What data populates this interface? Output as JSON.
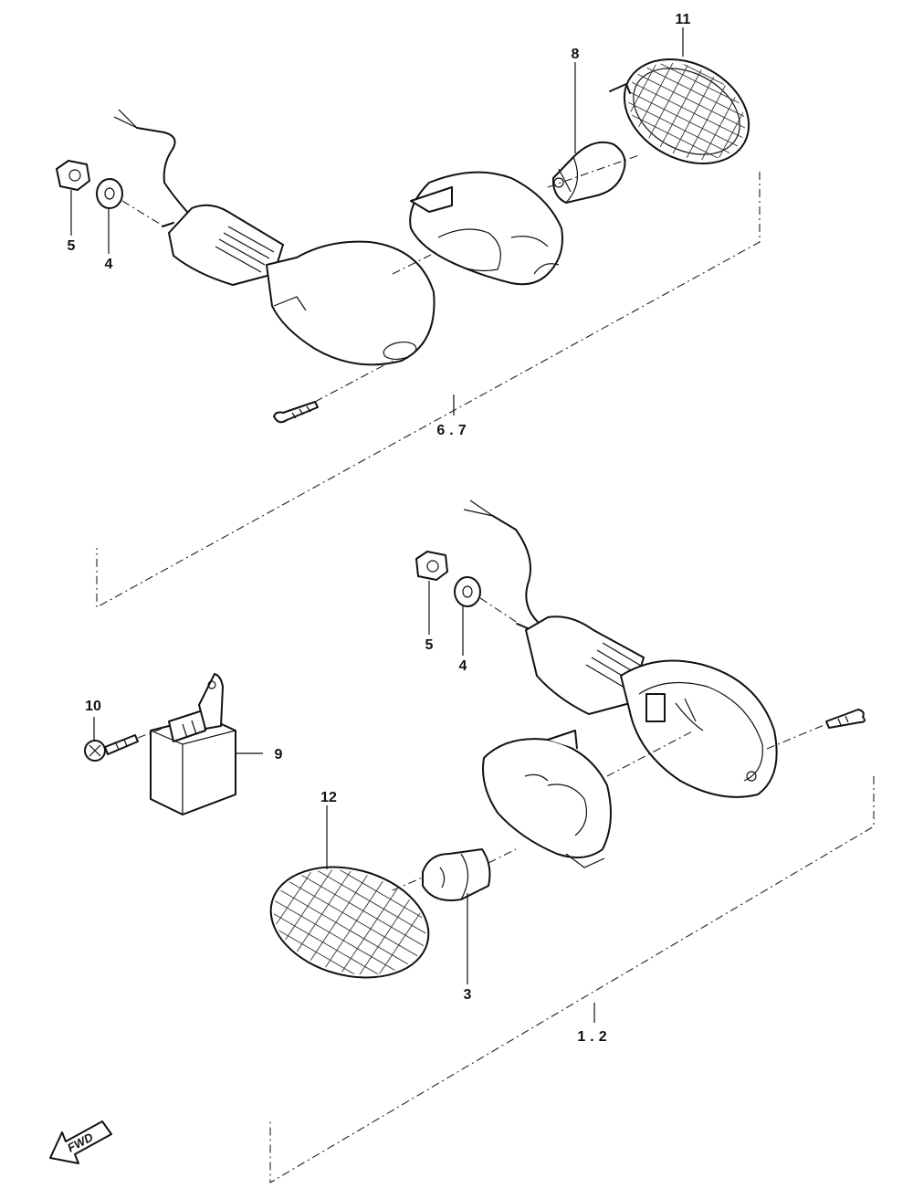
{
  "diagram": {
    "callouts": {
      "p11": "11",
      "p8": "8",
      "p5_top": "5",
      "p4_top": "4",
      "assy_top": "6.7",
      "p5_bottom": "5",
      "p4_bottom": "4",
      "p10": "10",
      "p9": "9",
      "p12": "12",
      "p3": "3",
      "assy_bottom": "1.2"
    },
    "direction_marker": "FWD"
  }
}
